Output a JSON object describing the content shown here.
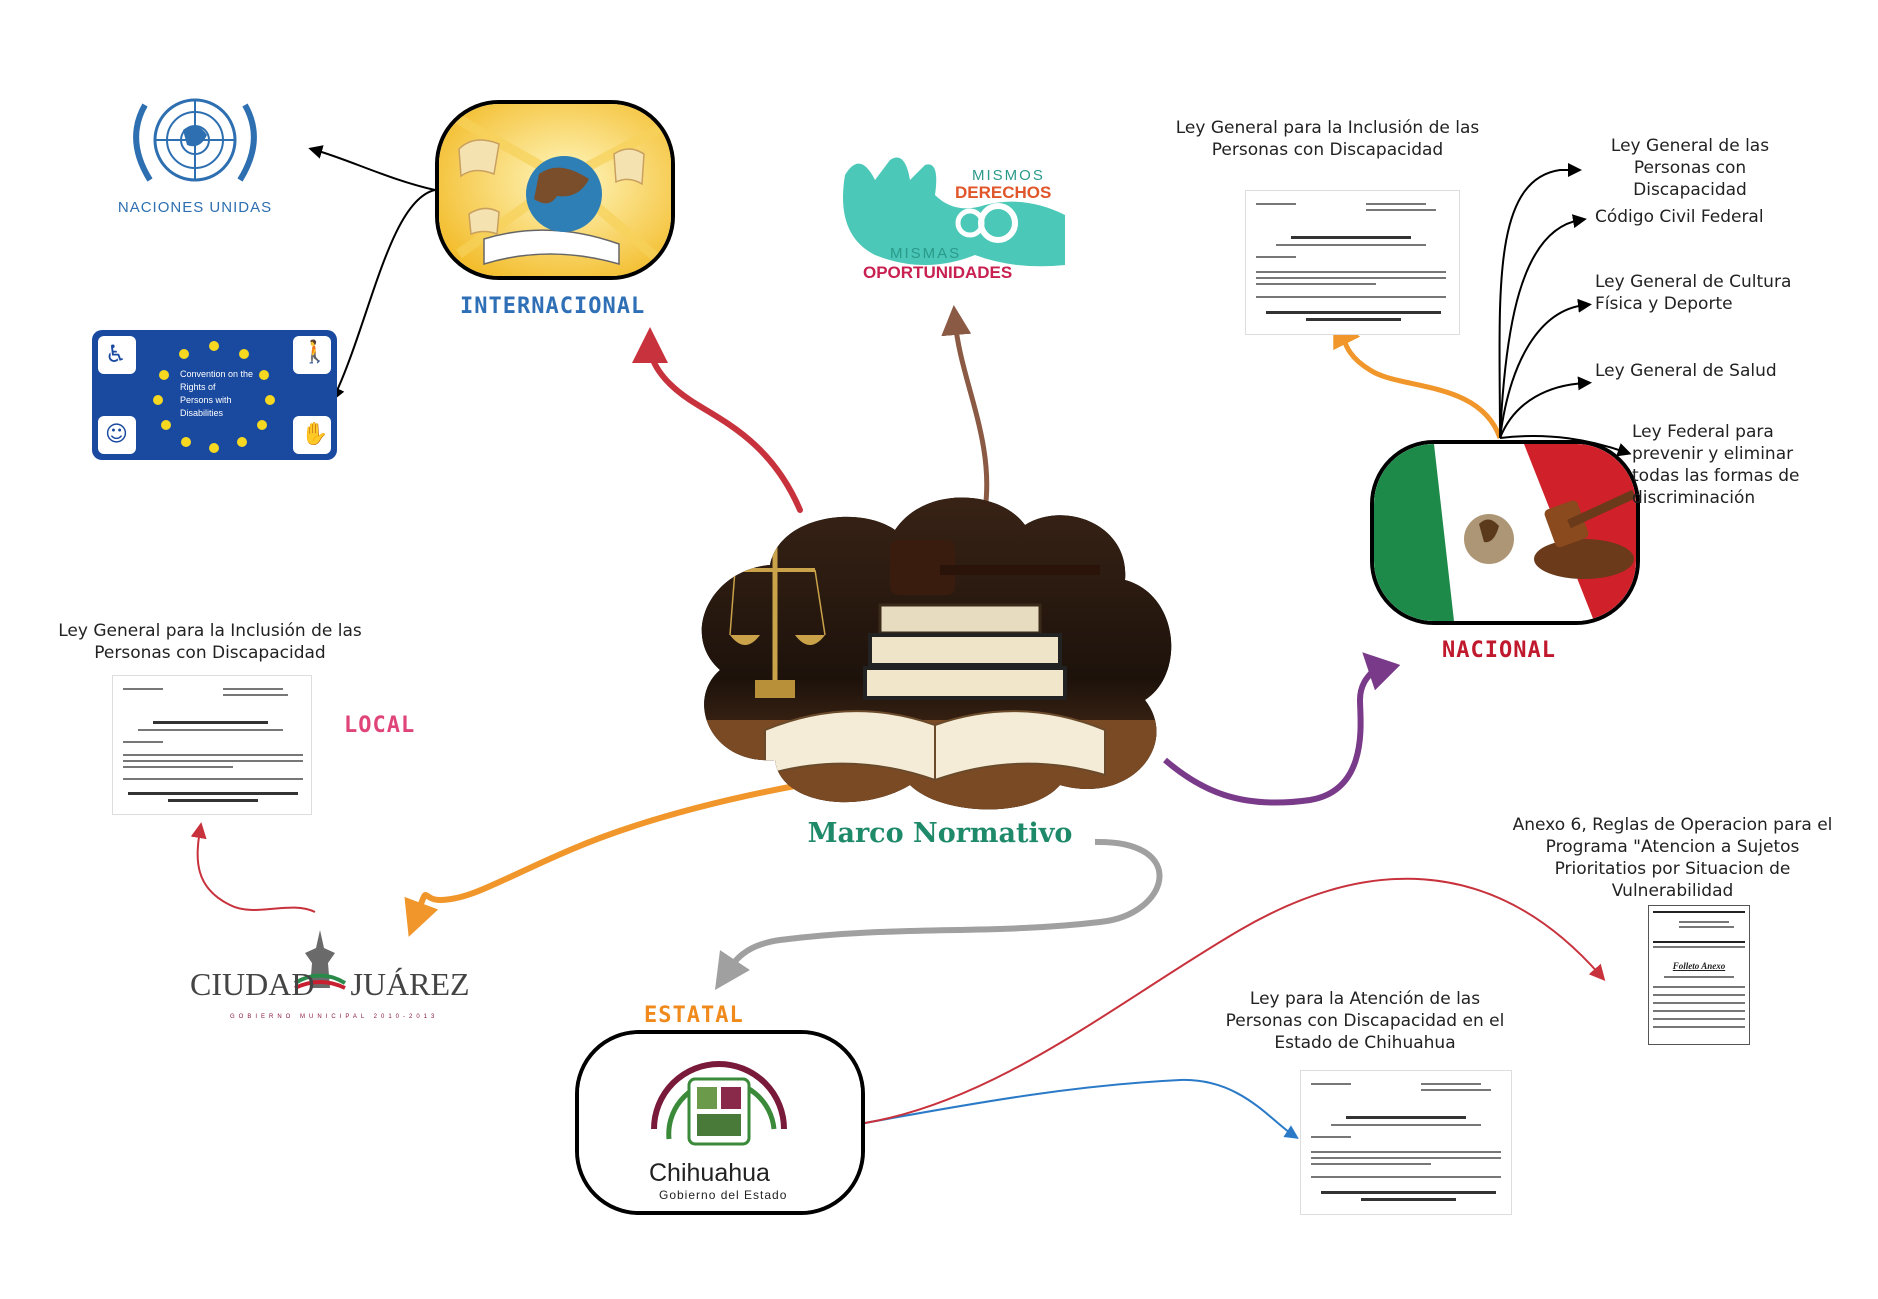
{
  "central": {
    "title": "Marco Normativo"
  },
  "branches": {
    "internacional": {
      "heading": "INTERNACIONAL",
      "children": [
        {
          "label": "NACIONES UNIDAS"
        },
        {
          "label_lines": [
            "Convention on the",
            "Rights of",
            "Persons with",
            "Disabilities"
          ]
        }
      ]
    },
    "centro": {
      "line1": "MISMOS",
      "line2": "DERECHOS",
      "line3": "MISMAS",
      "line4": "OPORTUNIDADES"
    },
    "nacional": {
      "heading": "NACIONAL",
      "doc_label": "Ley General para la Inclusión de las Personas con Discapacidad",
      "children": [
        "Ley General de las Personas con Discapacidad",
        "Código Civil Federal",
        "Ley General de Cultura Física y Deporte",
        "Ley General de Salud",
        "Ley Federal para prevenir y eliminar todas las formas de discriminación"
      ]
    },
    "local": {
      "heading": "LOCAL",
      "doc_label": "Ley General para la Inclusión de las Personas con Discapacidad",
      "logo_line1": "CIUDAD",
      "logo_line2": "JUÁREZ",
      "logo_sub": "GOBIERNO MUNICIPAL 2010-2013"
    },
    "estatal": {
      "heading": "ESTATAL",
      "logo_title": "Chihuahua",
      "logo_sub": "Gobierno del Estado",
      "doc1_label": "Ley para la Atención de las Personas con Discapacidad en el Estado de Chihuahua",
      "doc2_label": "Anexo 6, Reglas de Operacion para el Programa \"Atencion a Sujetos Prioritatios por Situacion de Vulnerabilidad",
      "doc2_title": "Folleto Anexo"
    }
  },
  "colors": {
    "internacional_heading": "#2f6fb6",
    "nacional_heading": "#c0182c",
    "local_heading": "#e0457a",
    "estatal_heading": "#f08a1c",
    "central_title": "#1f8a6a",
    "red_link": "#c8323c",
    "brown_link": "#8a5a44",
    "orange_link": "#f0962a",
    "purple_link": "#7a3a8a",
    "gray_link": "#a0a0a0",
    "blue_link": "#2a7ac8"
  }
}
